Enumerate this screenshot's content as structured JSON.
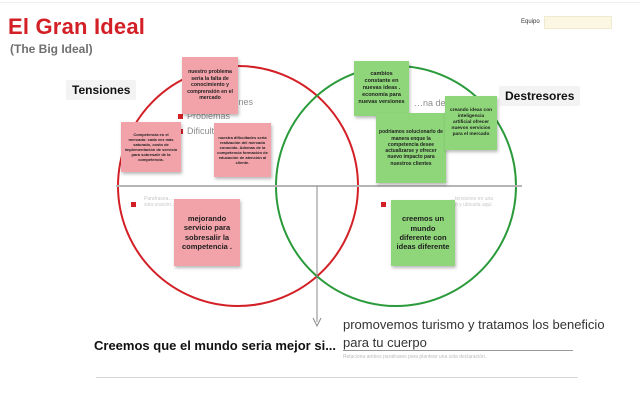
{
  "header": {
    "title": "El Gran Ideal",
    "subtitle": "(The Big Ideal)",
    "team_label": "Equipo"
  },
  "sections": {
    "tensions_label": "Tensiones",
    "strengths_label": "Destresores"
  },
  "tensions_items": [
    {
      "text": "…siones"
    },
    {
      "text": "Problemas"
    },
    {
      "text": "Dificult…"
    }
  ],
  "strengths_partial": "…na destr…",
  "faint_text": {
    "left_upper": "Parafrasea…",
    "left_lower": "sola oración…",
    "right_upper": "…tensiones en una",
    "right_lower": "…n y ubicarla aquí."
  },
  "stickies": {
    "pink_top": "nuestro problema seria la falta de conocimiento y comprensión en el mercado",
    "pink_left": "Competencia en el mercado: cada vez más saturado, costo de implementación de servicio para sobresalir de la competencia.",
    "pink_right": "nuestra dificultades seria realización del mercado conocido. Ademas de la competencia formación de educación de atención al cliente.",
    "pink_bottom": "mejorando servicio para sobresalir la competencia .",
    "green_top": "cambios constante en nuevas ideas . economía para nuevas versiones",
    "green_middle": "podríamos solucionarlo de manera enque la competencia desee actualizarse y ofrecer nuevo impacto para nuestros clientes",
    "green_right": "creando ideas con inteligencia artificial ofrecer nuevos servicios para el mercado",
    "green_bottom": "creemos un mundo diferente con ideas diferente"
  },
  "statement": {
    "belief": "Creemos que el mundo seria mejor si...",
    "answer": "promovemos turismo y tratamos los beneficio para tu cuerpo",
    "hint": "Relaciona ambos parafrases para plantear una sola declaración."
  },
  "colors": {
    "accent_red": "#d32027",
    "circle_green": "#2a9a3a",
    "sticky_pink": "#f2a3aa",
    "sticky_green": "#8fd67a"
  }
}
